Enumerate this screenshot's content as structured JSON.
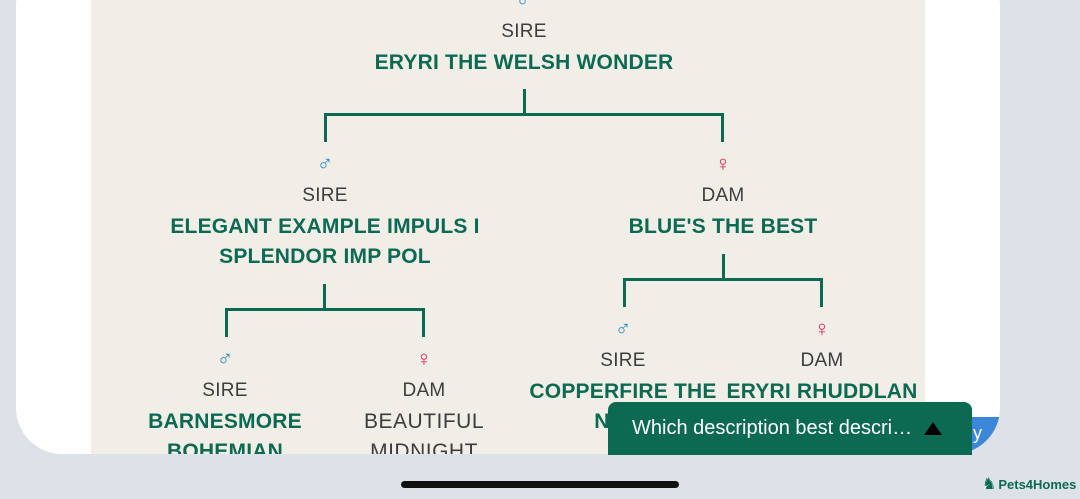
{
  "pedigree": {
    "root": {
      "role": "SIRE",
      "name": "ERYRI THE WELSH WONDER",
      "symbol": "♂"
    },
    "sire": {
      "role": "SIRE",
      "name_line1": "ELEGANT EXAMPLE IMPULS I",
      "name_line2": "SPLENDOR IMP POL",
      "symbol": "♂"
    },
    "dam": {
      "role": "DAM",
      "name": "BLUE'S THE BEST",
      "symbol": "♀"
    },
    "sire_sire": {
      "role": "SIRE",
      "name_line1": "BARNESMORE",
      "name_line2": "BOHEMIAN",
      "symbol": "♂"
    },
    "sire_dam": {
      "role": "DAM",
      "name_line1": "BEAUTIFUL",
      "name_line2": "MIDNIGHT",
      "symbol": "♀"
    },
    "dam_sire": {
      "role": "SIRE",
      "name_line1": "COPPERFIRE THE",
      "name_line2": "NATU",
      "symbol": "♂"
    },
    "dam_dam": {
      "role": "DAM",
      "name": "ERYRI RHUDDLAN",
      "symbol": "♀"
    }
  },
  "banner": {
    "text": "Which description best descri…"
  },
  "edge_button": {
    "label": "y"
  },
  "brand": {
    "logo_text": "Pets4Homes",
    "logo_mark": "♞"
  },
  "colors": {
    "accent_green": "#0d6a52",
    "male_blue": "#2d8ac4",
    "female_pink": "#e2264f",
    "tree_background": "#f1eee8"
  }
}
